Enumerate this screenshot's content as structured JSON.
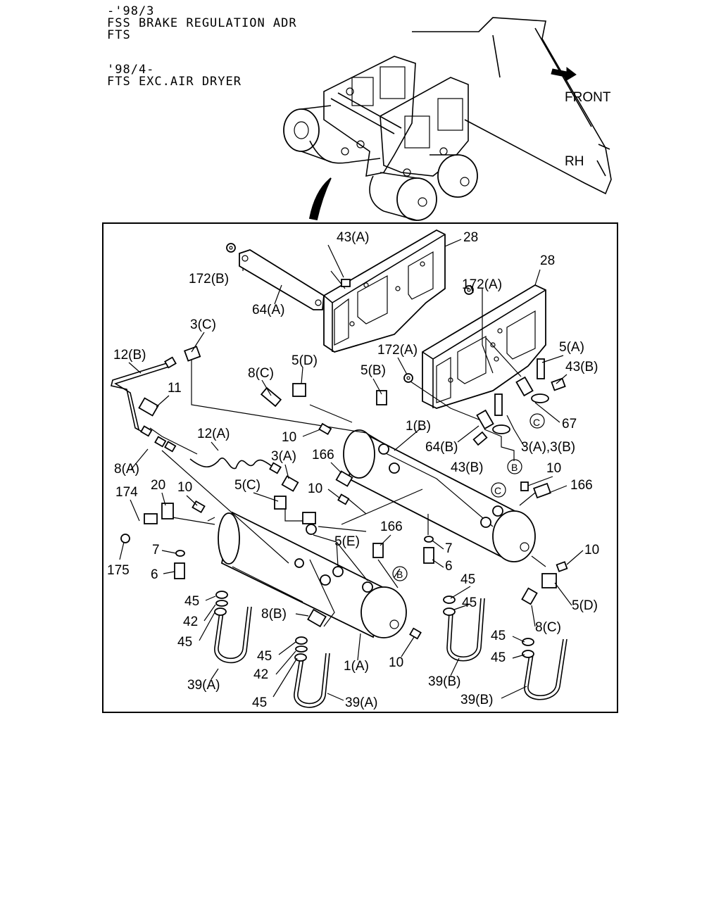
{
  "header": {
    "line1": "-'98/3",
    "line2": "FSS BRAKE REGULATION ADR",
    "line3": "FTS",
    "line4": "'98/4-",
    "line5": "FTS EXC.AIR DRYER"
  },
  "overview": {
    "front_label": "FRONT",
    "side_label": "RH"
  },
  "callouts": {
    "c43A": "43(A)",
    "c28a": "28",
    "c172B": "172(B)",
    "c64A": "64(A)",
    "c172A_top": "172(A)",
    "c28b": "28",
    "c3C": "3(C)",
    "c12B": "12(B)",
    "c11": "11",
    "c5D_top": "5(D)",
    "c8C_top": "8(C)",
    "c5B": "5(B)",
    "c172A_mid": "172(A)",
    "c5A": "5(A)",
    "c43B_right": "43(B)",
    "c67": "67",
    "cC_circle_top": "C",
    "c1B": "1(B)",
    "c10_a": "10",
    "c64B": "64(B)",
    "c3A3B": "3(A),3(B)",
    "c43B_mid": "43(B)",
    "cB_circle_mid": "B",
    "c12A": "12(A)",
    "c8A": "8(A)",
    "c166_a": "166",
    "c3A": "3(A)",
    "c10_b": "10",
    "c166_b": "166",
    "cC_circle_mid": "C",
    "c174": "174",
    "c20": "20",
    "c10_c": "10",
    "c5C": "5(C)",
    "c10_d": "10",
    "c7_left": "7",
    "c175": "175",
    "c6_left": "6",
    "c5E": "5(E)",
    "c166_c": "166",
    "c7_right": "7",
    "c6_right": "6",
    "cB_circle_low": "B",
    "c10_e": "10",
    "c5D_bot": "5(D)",
    "c45_a": "45",
    "c42_a": "42",
    "c45_b": "45",
    "c8B": "8(B)",
    "c45_c": "45",
    "c45_d": "45",
    "c8C_bot": "8(C)",
    "c39A_left": "39(A)",
    "c45_e": "45",
    "c42_b": "42",
    "c45_f": "45",
    "c39A_mid": "39(A)",
    "c1A": "1(A)",
    "c10_f": "10",
    "c39B_mid": "39(B)",
    "c45_g": "45",
    "c45_h": "45",
    "c39B_right": "39(B)"
  }
}
